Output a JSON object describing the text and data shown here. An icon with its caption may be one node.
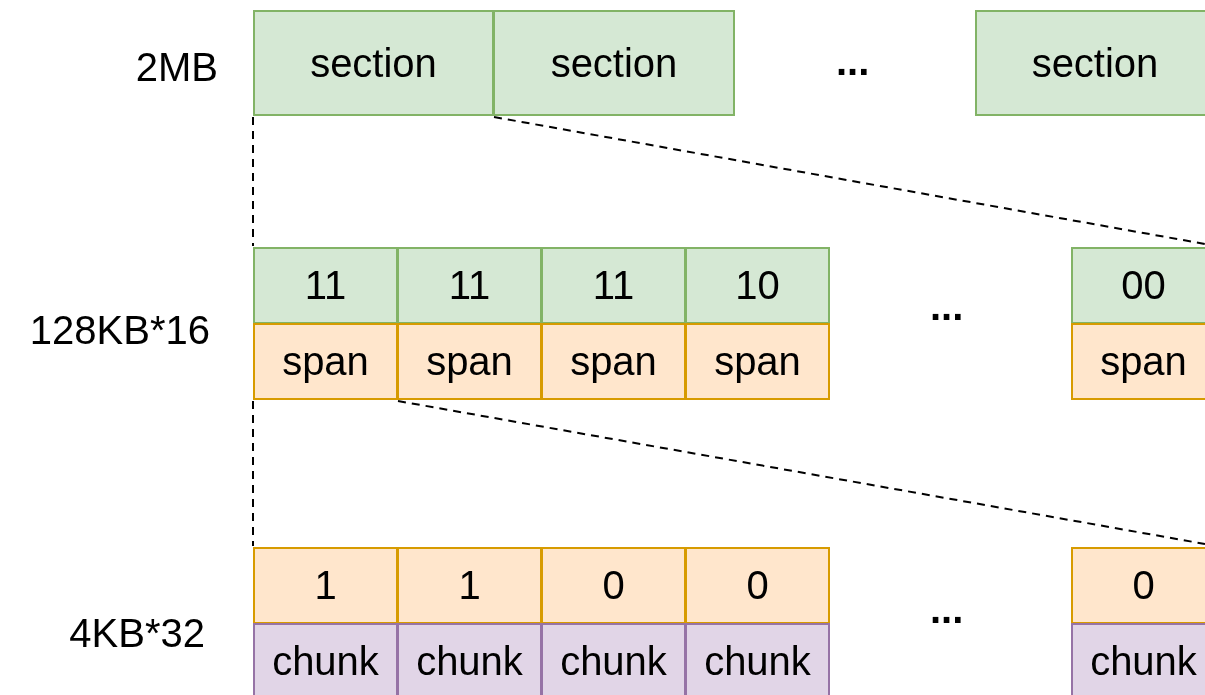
{
  "diagram": {
    "nodes": [
      {
        "text": [
          "section"
        ]
      },
      {
        "text": [
          "section"
        ]
      },
      {
        "text": [
          "section"
        ]
      },
      {
        "text": [
          "11"
        ]
      },
      {
        "text": [
          "11"
        ]
      },
      {
        "text": [
          "11"
        ]
      },
      {
        "text": [
          "10"
        ]
      },
      {
        "text": [
          "00"
        ]
      },
      {
        "text": [
          "span"
        ]
      },
      {
        "text": [
          "span"
        ]
      },
      {
        "text": [
          "span"
        ]
      },
      {
        "text": [
          "span"
        ]
      },
      {
        "text": [
          "span"
        ]
      },
      {
        "text": [
          "1"
        ]
      },
      {
        "text": [
          "1"
        ]
      },
      {
        "text": [
          "0"
        ]
      },
      {
        "text": [
          "0"
        ]
      },
      {
        "text": [
          "0"
        ]
      },
      {
        "text": [
          "chunk"
        ]
      },
      {
        "text": [
          "chunk"
        ]
      },
      {
        "text": [
          "chunk"
        ]
      },
      {
        "text": [
          "chunk"
        ]
      },
      {
        "text": [
          "chunk"
        ]
      }
    ],
    "edges": [
      {
        "from": 0,
        "to": 3,
        "arrow": "none",
        "style": "dashed"
      },
      {
        "from": 0,
        "to": 7,
        "arrow": "none",
        "style": "dashed"
      },
      {
        "from": 8,
        "to": 13,
        "arrow": "none",
        "style": "dashed"
      },
      {
        "from": 8,
        "to": 17,
        "arrow": "none",
        "style": "dashed"
      }
    ],
    "labels": [
      "2MB",
      "...",
      "128KB*16",
      "...",
      "4KB*32",
      "..."
    ]
  }
}
